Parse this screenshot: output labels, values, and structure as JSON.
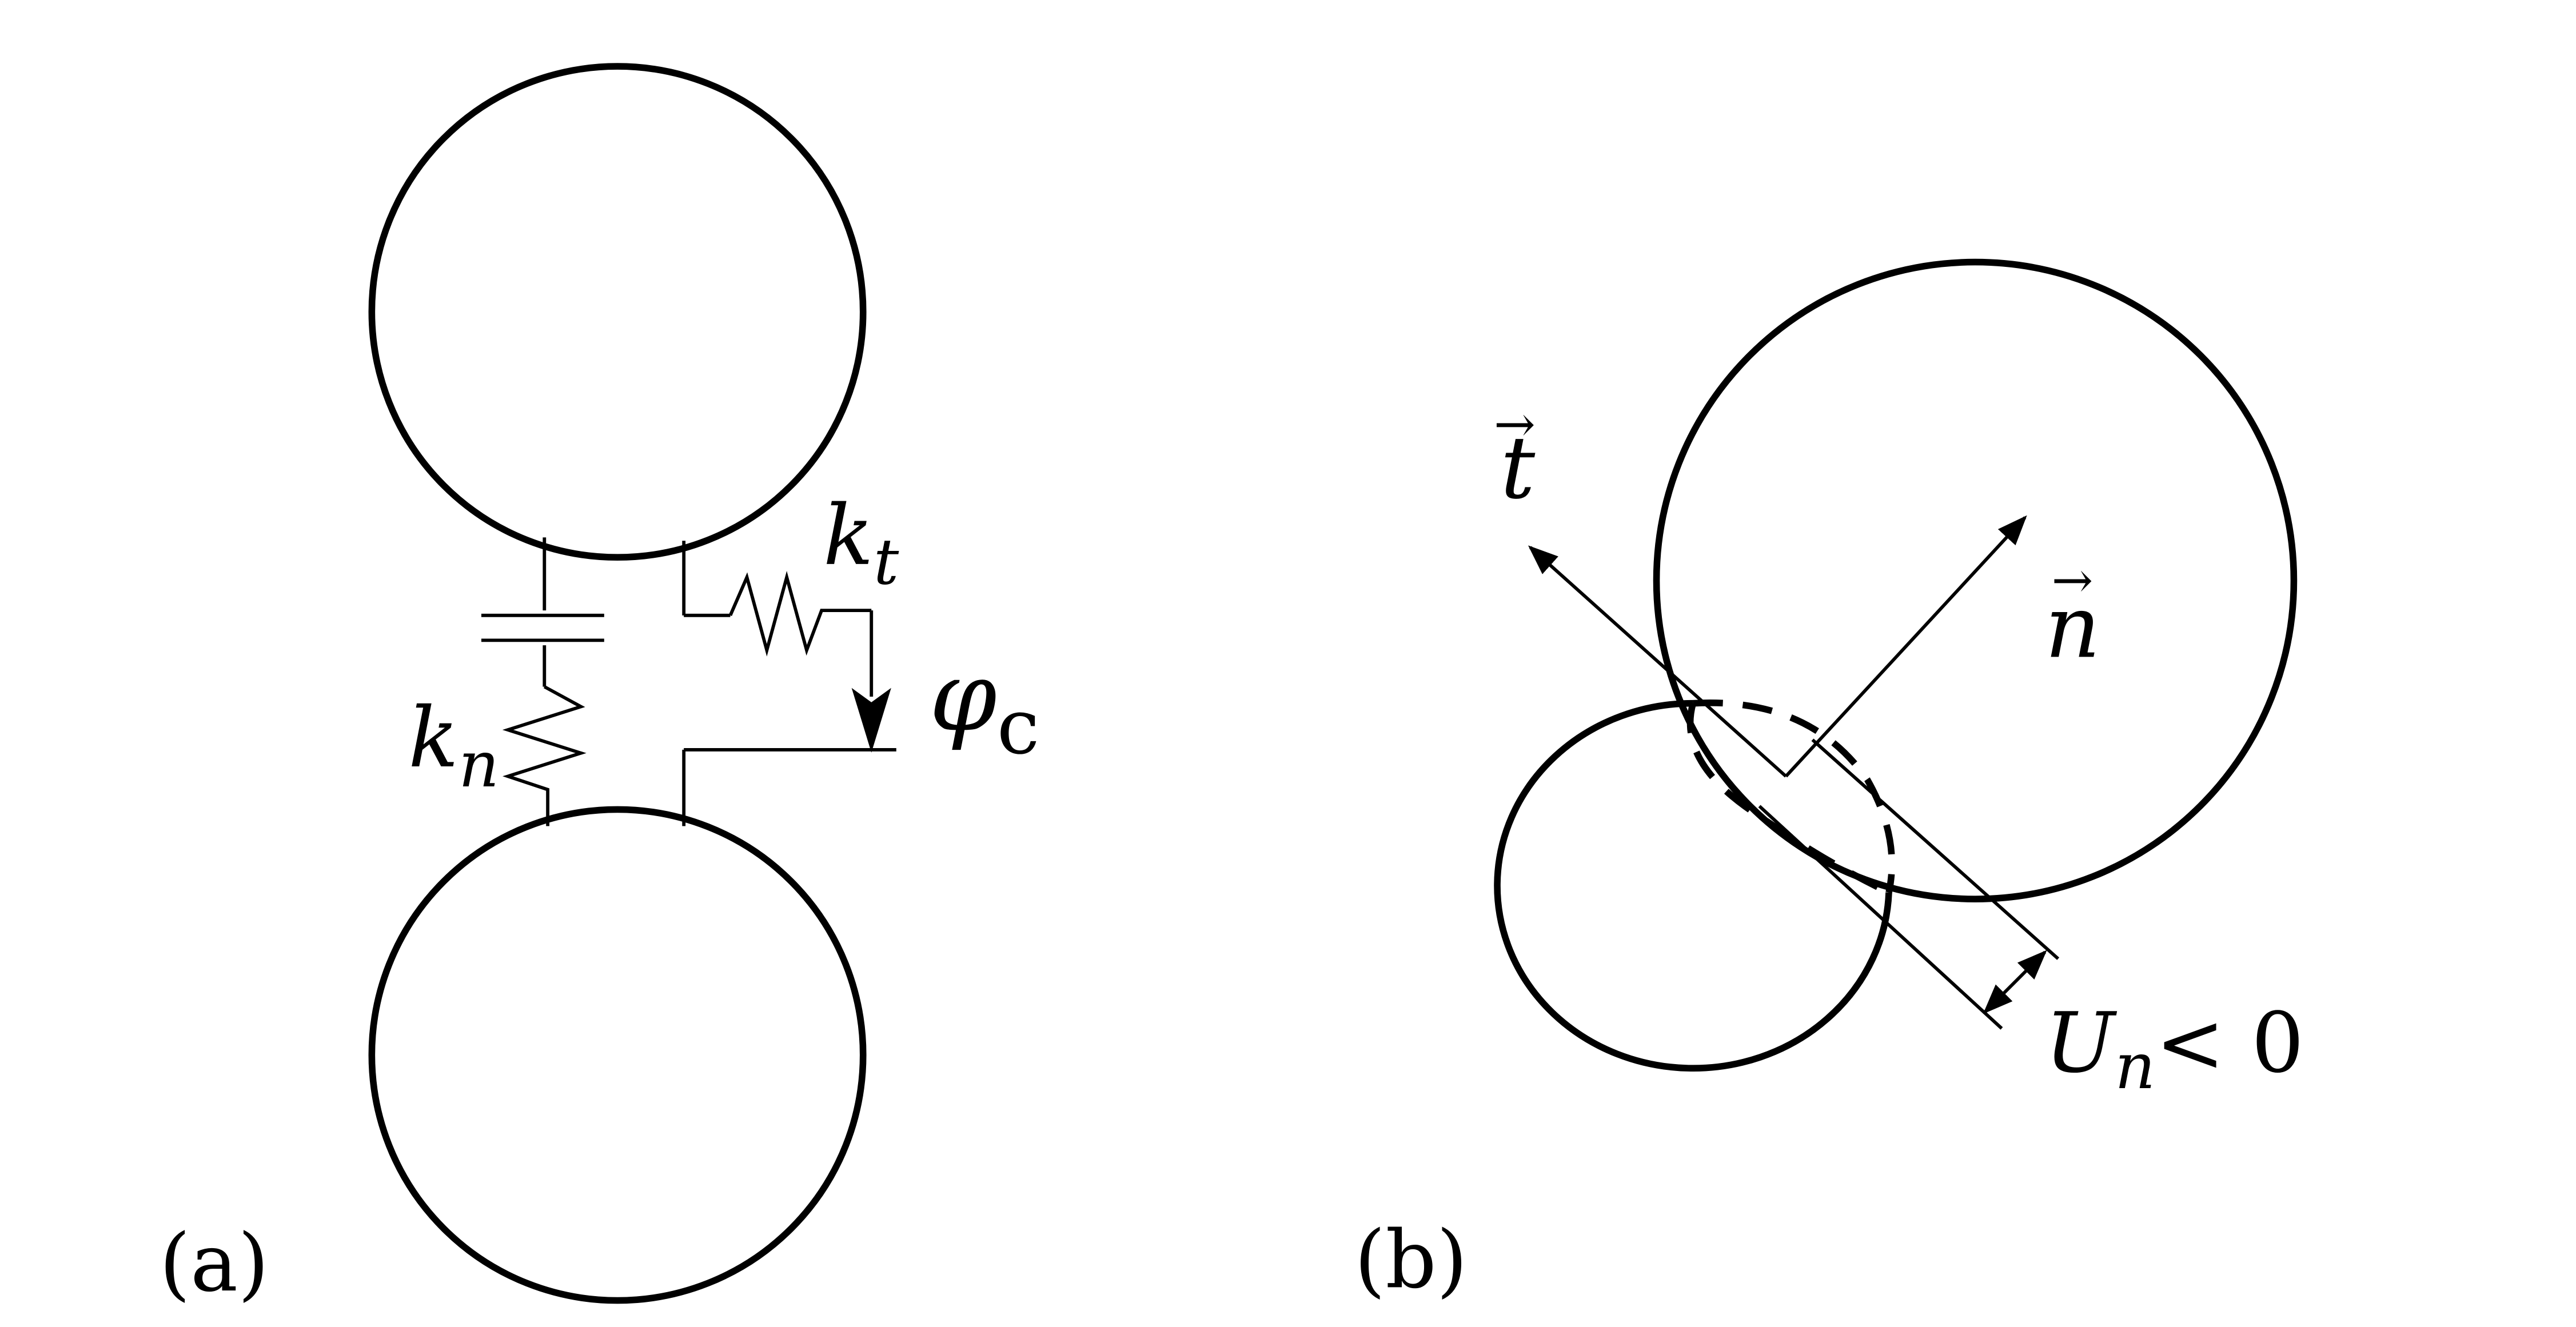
{
  "colors": {
    "background": "#ffffff",
    "stroke": "#000000"
  },
  "panel_a": {
    "label": "(a)",
    "normal_spring": {
      "symbol": "k",
      "subscript": "n"
    },
    "tangential_spring": {
      "symbol": "k",
      "subscript": "t"
    },
    "friction": {
      "symbol": "φ",
      "subscript": "c"
    }
  },
  "panel_b": {
    "label": "(b)",
    "tangent_vector": {
      "symbol": "t",
      "arrow": "→"
    },
    "normal_vector": {
      "symbol": "n",
      "arrow": "→"
    },
    "overlap": {
      "symbol": "U",
      "subscript": "n",
      "relation": "< 0"
    }
  }
}
